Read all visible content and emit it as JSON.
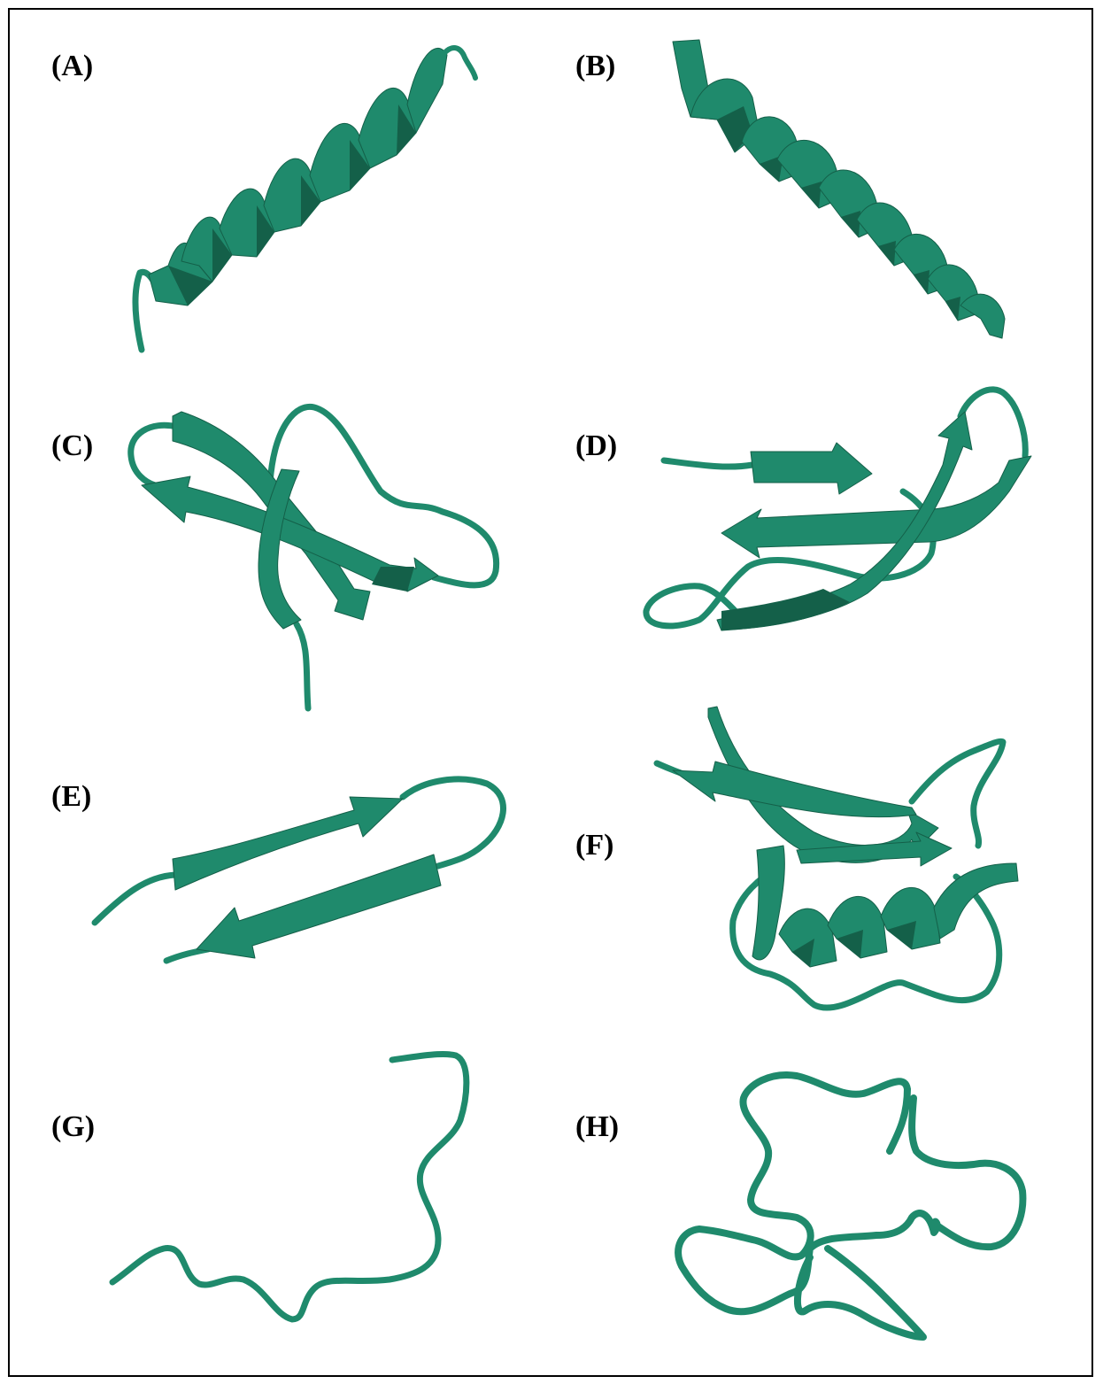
{
  "colors": {
    "protein": "#1f8a6c",
    "protein_dark": "#146049",
    "frame": "#000000"
  },
  "panels": [
    {
      "id": "A",
      "label": "(A)"
    },
    {
      "id": "B",
      "label": "(B)"
    },
    {
      "id": "C",
      "label": "(C)"
    },
    {
      "id": "D",
      "label": "(D)"
    },
    {
      "id": "E",
      "label": "(E)"
    },
    {
      "id": "F",
      "label": "(F)"
    },
    {
      "id": "G",
      "label": "(G)"
    },
    {
      "id": "H",
      "label": "(H)"
    }
  ]
}
